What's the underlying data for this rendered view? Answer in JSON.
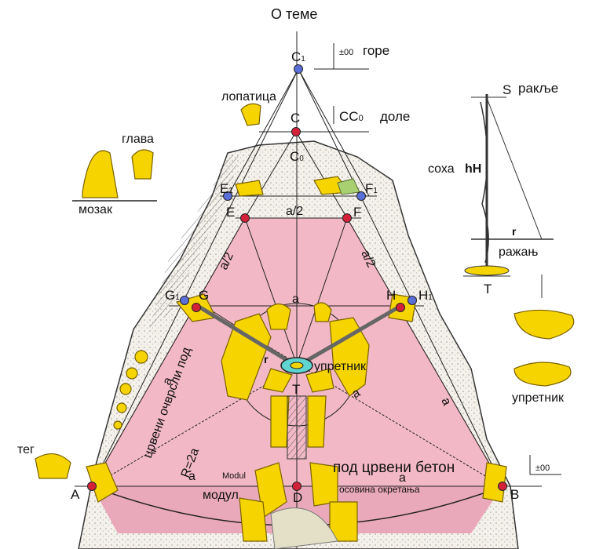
{
  "title": "О теме",
  "labels": {
    "up": "±00 горе",
    "up_marker": "±00",
    "up_word": "горе",
    "down_marker": "CC",
    "down_sub": "0",
    "down_word": "доле",
    "lopatica": "лопатица",
    "glava": "глава",
    "mozak": "мозак",
    "rakle": "ракље",
    "soha": "соха",
    "soha_hH": "hH",
    "rajan": "ражањ",
    "upretnik_center": "упретник",
    "upretnik_right": "упретник",
    "teg": "тег",
    "pod_beton": "под црвени бетон",
    "vert_text": "црвени очврсли под",
    "modul": "модул",
    "modul_small": "Modul",
    "osovina": "осовина окретања",
    "right_marker": "±00",
    "R": "R=2a",
    "a": "a",
    "a2": "a/2",
    "r": "r"
  },
  "points": {
    "C1": "C",
    "C1_sub": "1",
    "C": "C",
    "C0": "C",
    "C0_sub": "0",
    "E1": "E",
    "E1_sub": "1",
    "E": "E",
    "F1": "F",
    "F1_sub": "1",
    "F": "F",
    "G1": "G",
    "G1_sub": "1",
    "G": "G",
    "H": "H",
    "H1": "H",
    "H1_sub": "1",
    "A": "A",
    "B": "B",
    "D": "D",
    "S": "S",
    "T": "T",
    "T_center": "T"
  },
  "colors": {
    "pink": "#f2b8c6",
    "pink_dark": "#e89bb0",
    "yellow": "#f5d400",
    "red_point": "#d4213a",
    "blue_point": "#5a6fd8",
    "rock": "#e8e4d8"
  }
}
